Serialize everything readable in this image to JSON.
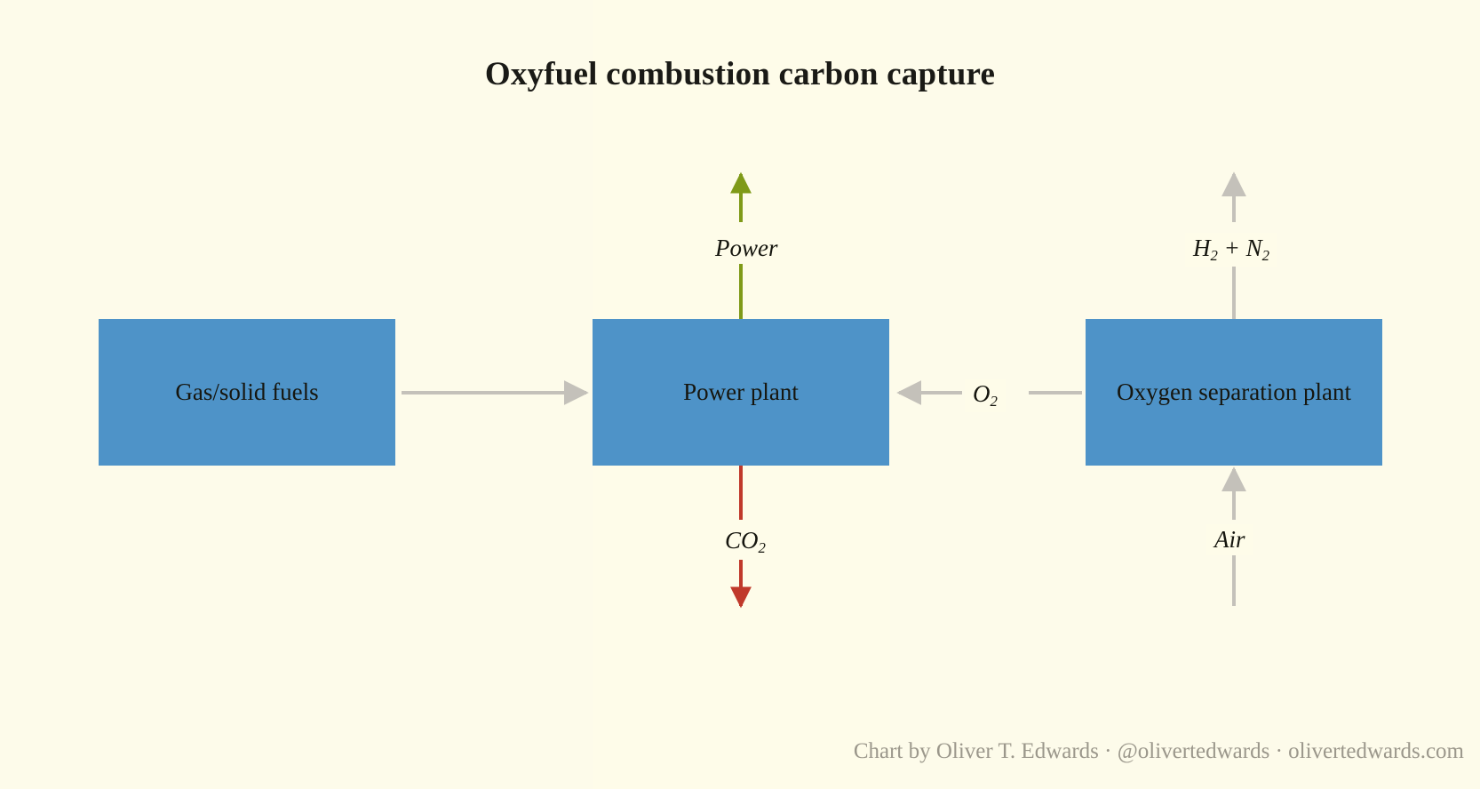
{
  "title": "Oxyfuel combustion carbon capture",
  "background_color": "#fdfbea",
  "nodes": [
    {
      "id": "fuels",
      "label": "Gas/solid fuels",
      "color": "#4e93c8"
    },
    {
      "id": "power",
      "label": "Power plant",
      "color": "#4e93c8"
    },
    {
      "id": "oxygen",
      "label": "Oxygen separation plant",
      "color": "#4e93c8"
    }
  ],
  "edges": [
    {
      "id": "fuels-to-power",
      "label": "",
      "color": "#c4c1ba",
      "direction": "right"
    },
    {
      "id": "power-out",
      "label": "Power",
      "label_html": "Power",
      "color": "#7f9a18",
      "direction": "up"
    },
    {
      "id": "power-co2",
      "label": "CO2",
      "label_html": "CO<sub>2</sub>",
      "color": "#c0392b",
      "direction": "down"
    },
    {
      "id": "oxygen-to-power",
      "label": "O2",
      "label_html": "O<sub>2</sub>",
      "color": "#c4c1ba",
      "direction": "left"
    },
    {
      "id": "oxygen-out",
      "label": "H2 + N2",
      "label_html": "H<sub>2</sub> + N<sub>2</sub>",
      "color": "#c4c1ba",
      "direction": "up"
    },
    {
      "id": "air-to-oxygen",
      "label": "Air",
      "label_html": "Air",
      "color": "#c4c1ba",
      "direction": "up"
    }
  ],
  "labels": {
    "power": "Power",
    "co2_main": "CO",
    "co2_sub": "2",
    "o2_main": "O",
    "o2_sub": "2",
    "h2_main": "H",
    "h2_sub": "2",
    "h2n2_plus": " + ",
    "n2_main": "N",
    "n2_sub": "2",
    "air": "Air"
  },
  "credit": "Chart by Oliver T. Edwards · @olivertedwards · olivertedwards.com",
  "chart_data": {
    "type": "diagram",
    "title": "Oxyfuel combustion carbon capture",
    "diagram_kind": "process-flow",
    "nodes": [
      "Gas/solid fuels",
      "Power plant",
      "Oxygen separation plant"
    ],
    "flows": [
      {
        "from": "Gas/solid fuels",
        "to": "Power plant",
        "label": "",
        "color": "#c4c1ba"
      },
      {
        "from": "Power plant",
        "to": "(out)",
        "label": "Power",
        "color": "#7f9a18"
      },
      {
        "from": "Power plant",
        "to": "(out)",
        "label": "CO2",
        "color": "#c0392b"
      },
      {
        "from": "Oxygen separation plant",
        "to": "Power plant",
        "label": "O2",
        "color": "#c4c1ba"
      },
      {
        "from": "Oxygen separation plant",
        "to": "(out)",
        "label": "H2 + N2",
        "color": "#c4c1ba"
      },
      {
        "from": "(in) Air",
        "to": "Oxygen separation plant",
        "label": "Air",
        "color": "#c4c1ba"
      }
    ]
  }
}
